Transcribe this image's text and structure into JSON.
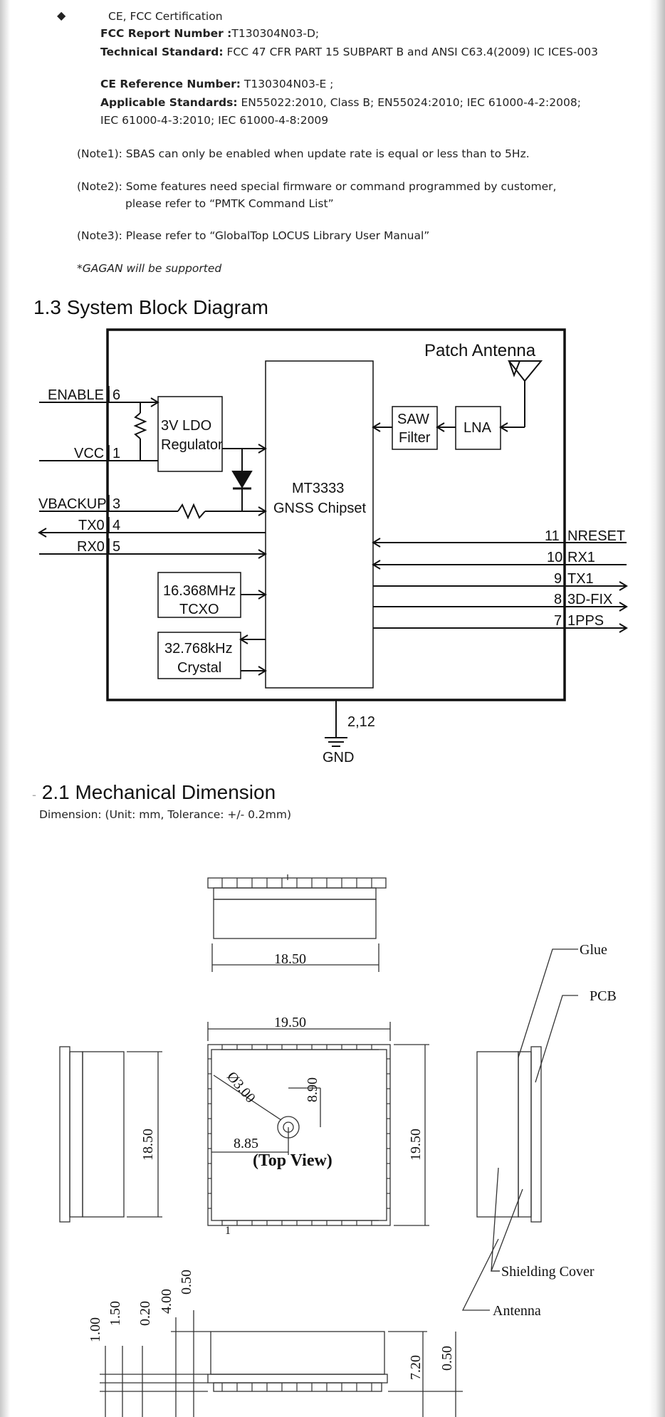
{
  "certification": {
    "title": "CE, FCC Certification",
    "fcc_report_label": "FCC Report  Number :",
    "fcc_report_value": "T130304N03-D;",
    "tech_std_label": "Technical Standard:",
    "tech_std_value": "FCC 47 CFR PART 15 SUBPART B and ANSI C63.4(2009) IC ICES-003",
    "ce_ref_label": "CE Reference Number:",
    "ce_ref_value": "T130304N03-E ;",
    "app_std_label": "Applicable Standards:",
    "app_std_value_1": "EN55022:2010, Class B; EN55024:2010; IEC 61000-4-2:2008;",
    "app_std_value_2": "IEC 61000-4-3:2010; IEC 61000-4-8:2009"
  },
  "notes": {
    "note1": "(Note1): SBAS can only be enabled when update rate is equal or less than to 5Hz.",
    "note2_a": "(Note2): Some features need special firmware or command programmed by customer,",
    "note2_b": "please refer to “PMTK Command List”",
    "note3": "(Note3): Please refer to “GlobalTop LOCUS Library User Manual”",
    "gagan": "*GAGAN will be supported"
  },
  "block_diagram": {
    "heading": "1.3 System Block Diagram",
    "patch_antenna": "Patch Antenna",
    "ldo_1": "3V LDO",
    "ldo_2": "Regulator",
    "chip_1": "MT3333",
    "chip_2": "GNSS Chipset",
    "saw_1": "SAW",
    "saw_2": "Filter",
    "lna": "LNA",
    "tcxo_1": "16.368MHz",
    "tcxo_2": "TCXO",
    "crystal_1": "32.768kHz",
    "crystal_2": "Crystal",
    "left_pins": [
      {
        "name": "ENABLE",
        "num": "6"
      },
      {
        "name": "VCC",
        "num": "1"
      },
      {
        "name": "VBACKUP",
        "num": "3"
      },
      {
        "name": "TX0",
        "num": "4"
      },
      {
        "name": "RX0",
        "num": "5"
      }
    ],
    "right_pins": [
      {
        "num": "11",
        "name": "NRESET"
      },
      {
        "num": "10",
        "name": "RX1"
      },
      {
        "num": "9",
        "name": "TX1"
      },
      {
        "num": "8",
        "name": "3D-FIX"
      },
      {
        "num": "7",
        "name": "1PPS"
      }
    ],
    "gnd_pins": "2,12",
    "gnd": "GND"
  },
  "mechanical": {
    "heading": "2.1 Mechanical Dimension",
    "subheading": "Dimension: (Unit: mm, Tolerance: +/- 0.2mm)",
    "top_width": "18.50",
    "width": "19.50",
    "side_height": "18.50",
    "height": "19.50",
    "diameter": "Ø3.00",
    "hole_y": "8.90",
    "hole_x": "8.85",
    "top_view": "(Top View)",
    "pin1": "1",
    "glue": "Glue",
    "pcb": "PCB",
    "shielding": "Shielding Cover",
    "antenna": "Antenna",
    "dim_100": "1.00",
    "dim_150": "1.50",
    "dim_020": "0.20",
    "dim_400": "4.00",
    "dim_050a": "0.50",
    "dim_720": "7.20",
    "dim_050b": "0.50"
  }
}
